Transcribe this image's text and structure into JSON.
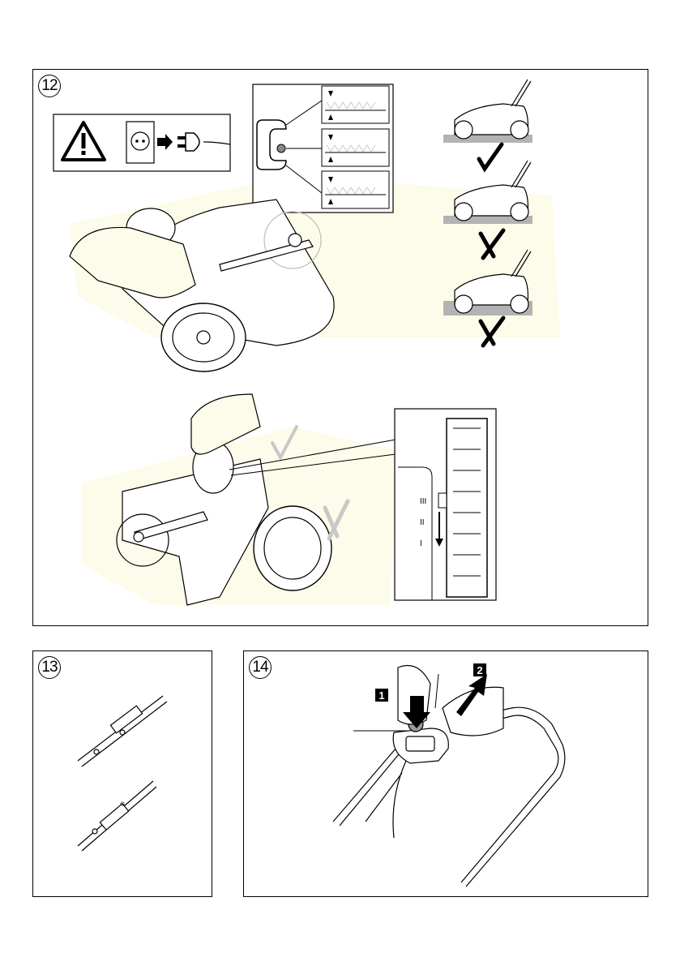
{
  "panels": {
    "p12": {
      "number": "12"
    },
    "p13": {
      "number": "13"
    },
    "p14": {
      "number": "14",
      "step1_label": "1",
      "step2_label": "2"
    }
  },
  "height_scale": {
    "levels": [
      "III",
      "II",
      "I"
    ]
  },
  "verdicts": [
    "check",
    "cross",
    "cross"
  ],
  "icons": [
    "warning-icon",
    "unplug-icon",
    "check-icon",
    "cross-icon",
    "arrow-icon"
  ],
  "colors": {
    "line": "#000000",
    "shade": "#fdfbe9",
    "ground": "#b3b3b3",
    "ghost": "#c8c8c8"
  }
}
